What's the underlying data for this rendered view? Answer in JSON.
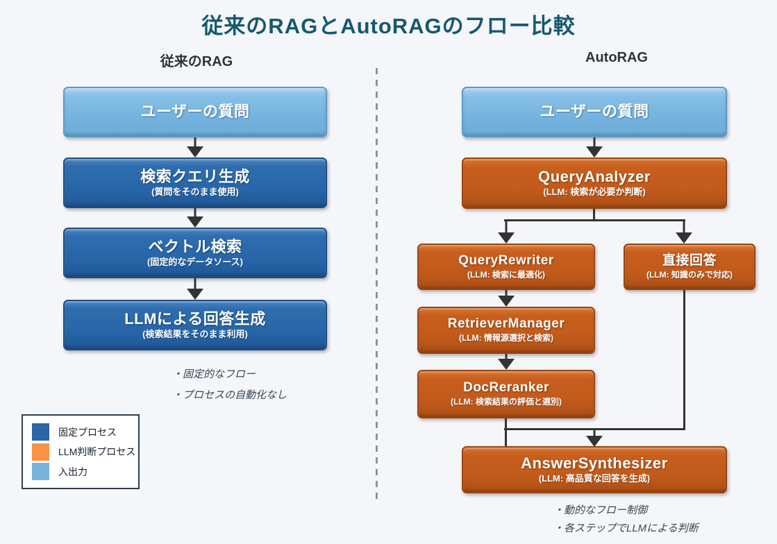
{
  "title": "従来のRAGとAutoRAGのフロー比較",
  "left": {
    "header": "従来のRAG",
    "boxes": [
      {
        "title": "ユーザーの質問",
        "subtitle": ""
      },
      {
        "title": "検索クエリ生成",
        "subtitle": "(質問をそのまま使用)"
      },
      {
        "title": "ベクトル検索",
        "subtitle": "(固定的なデータソース)"
      },
      {
        "title": "LLMによる回答生成",
        "subtitle": "(検索結果をそのまま利用)"
      }
    ],
    "notes": [
      "・固定的なフロー",
      "・プロセスの自動化なし"
    ]
  },
  "right": {
    "header": "AutoRAG",
    "boxes": [
      {
        "title": "ユーザーの質問",
        "subtitle": ""
      },
      {
        "title": "QueryAnalyzer",
        "subtitle": "(LLM: 検索が必要か判断)"
      },
      {
        "title": "QueryRewriter",
        "subtitle": "(LLM: 検索に最適化)"
      },
      {
        "title": "直接回答",
        "subtitle": "(LLM: 知識のみで対応)"
      },
      {
        "title": "RetrieverManager",
        "subtitle": "(LLM: 情報源選択と検索)"
      },
      {
        "title": "DocReranker",
        "subtitle": "(LLM: 検索結果の評価と選別)"
      },
      {
        "title": "AnswerSynthesizer",
        "subtitle": "(LLM: 高品質な回答を生成)"
      }
    ],
    "notes": [
      "・動的なフロー制御",
      "・各ステップでLLMによる判断"
    ]
  },
  "legend": {
    "items": [
      {
        "label": "固定プロセス",
        "color": "#2b64a7"
      },
      {
        "label": "LLM判断プロセス",
        "color": "#f99346"
      },
      {
        "label": "入出力",
        "color": "#7ab2dd"
      }
    ]
  },
  "colors": {
    "title": "#16586f",
    "fixed_process": "#2765a8",
    "llm_process": "#c05a1c",
    "io": "#74b3e0",
    "connector": "#333333",
    "background": "#f4f6f9"
  }
}
